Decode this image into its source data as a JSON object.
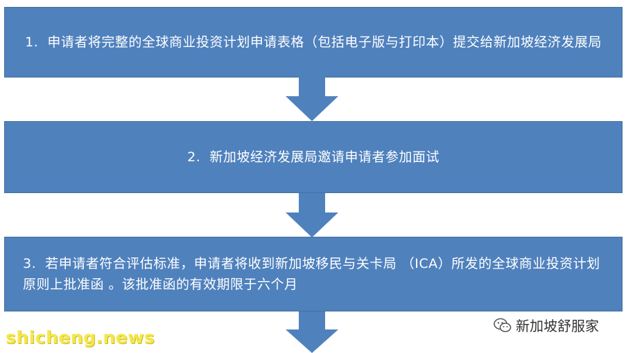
{
  "flowchart": {
    "steps": [
      {
        "number": "1.",
        "text": "申请者将完整的全球商业投资计划申请表格（包括电子版与打印本）提交给新加坡经济发展局"
      },
      {
        "number": "2.",
        "text": "新加坡经济发展局邀请申请者参加面试"
      },
      {
        "number": "3.",
        "text": "若申请者符合评估标准，申请者将收到新加坡移民与关卡局 （ICA）所发的全球商业投资计划原则上批准函 。该批准函的有效期限于六个月"
      }
    ]
  },
  "watermarks": {
    "site": "shicheng.news",
    "account": "新加坡舒服家"
  },
  "colors": {
    "box_fill": "#4f81bd",
    "box_border": "#41719c",
    "text": "#ffffff",
    "site_watermark": "#f4e84a"
  },
  "icons": {
    "arrow": "arrow-down-icon",
    "account": "wechat-icon"
  }
}
